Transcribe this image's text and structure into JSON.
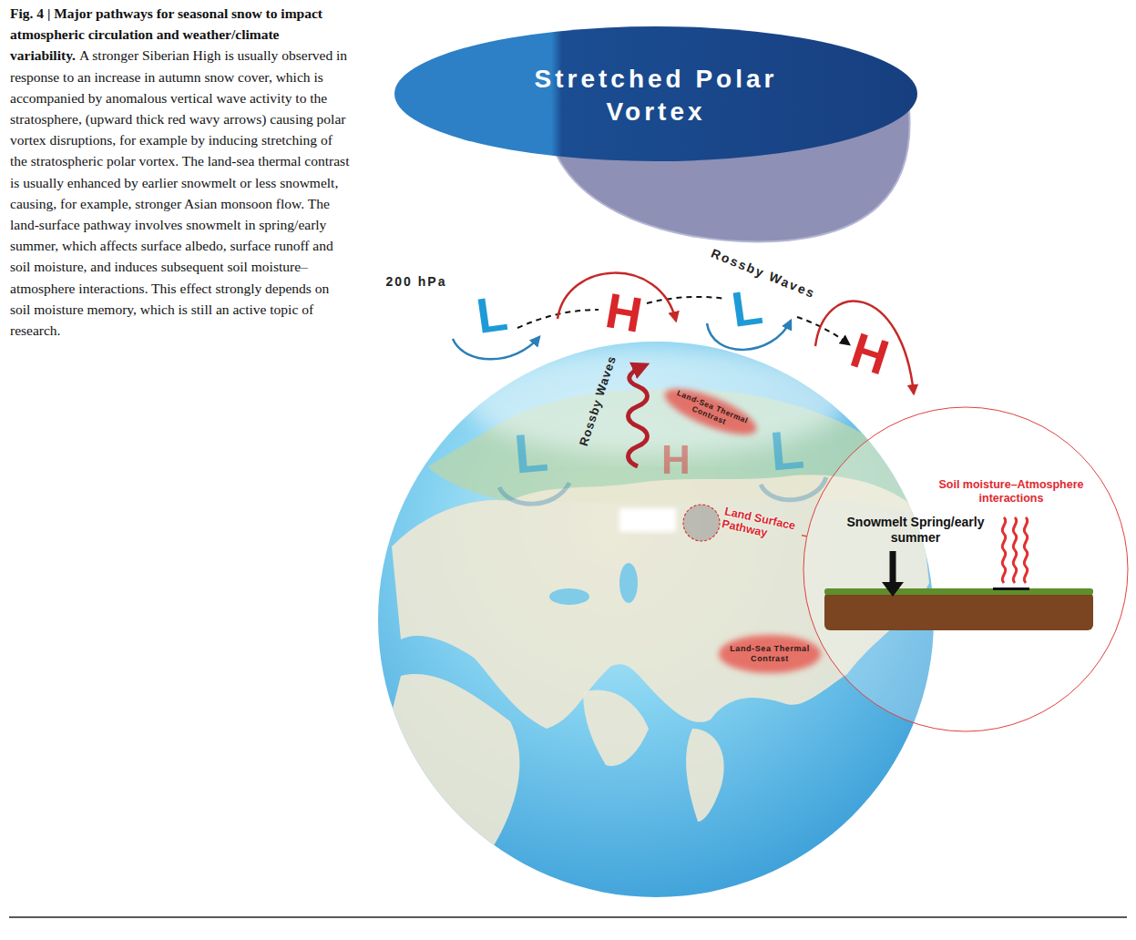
{
  "diagram": {
    "title": "Fig. 4 | Major pathways for seasonal snow to impact atmospheric circulation and weather/climate variability.",
    "caption": "A stronger Siberian High is usually observed in response to an increase in autumn snow cover, which is accompanied by anomalous vertical wave activity to the stratosphere, (upward thick red wavy arrows) causing polar vortex disruptions, for example by inducing stretching of the stratospheric polar vortex. The land-sea thermal contrast is usually enhanced by earlier snowmelt or less snowmelt, causing, for example, stronger Asian monsoon flow. The land-surface pathway involves snowmelt in spring/early summer, which affects surface albedo, surface runoff and soil moisture, and induces subsequent soil moisture–atmosphere interactions. This effect strongly depends on soil moisture memory, which is still an active topic of research.",
    "nodes": [
      {
        "text": [
          "Stretched Polar Vortex"
        ]
      },
      {
        "text": [
          "Land-Sea Thermal Contrast"
        ]
      },
      {
        "text": [
          "Land Surface Pathway"
        ]
      },
      {
        "text": [
          "Land-Sea Thermal Contrast"
        ]
      },
      {
        "text": [
          "Soil moisture–Atmosphere interactions",
          "Snowmelt Spring/early summer"
        ]
      }
    ],
    "edges": [
      {
        "from": 2,
        "to": 4,
        "arrow": "none"
      }
    ],
    "labels": [
      "200 hPa",
      "L",
      "H",
      "L",
      "Rossby Waves",
      "H",
      "Rossby Waves",
      "L",
      "H",
      "L"
    ]
  }
}
